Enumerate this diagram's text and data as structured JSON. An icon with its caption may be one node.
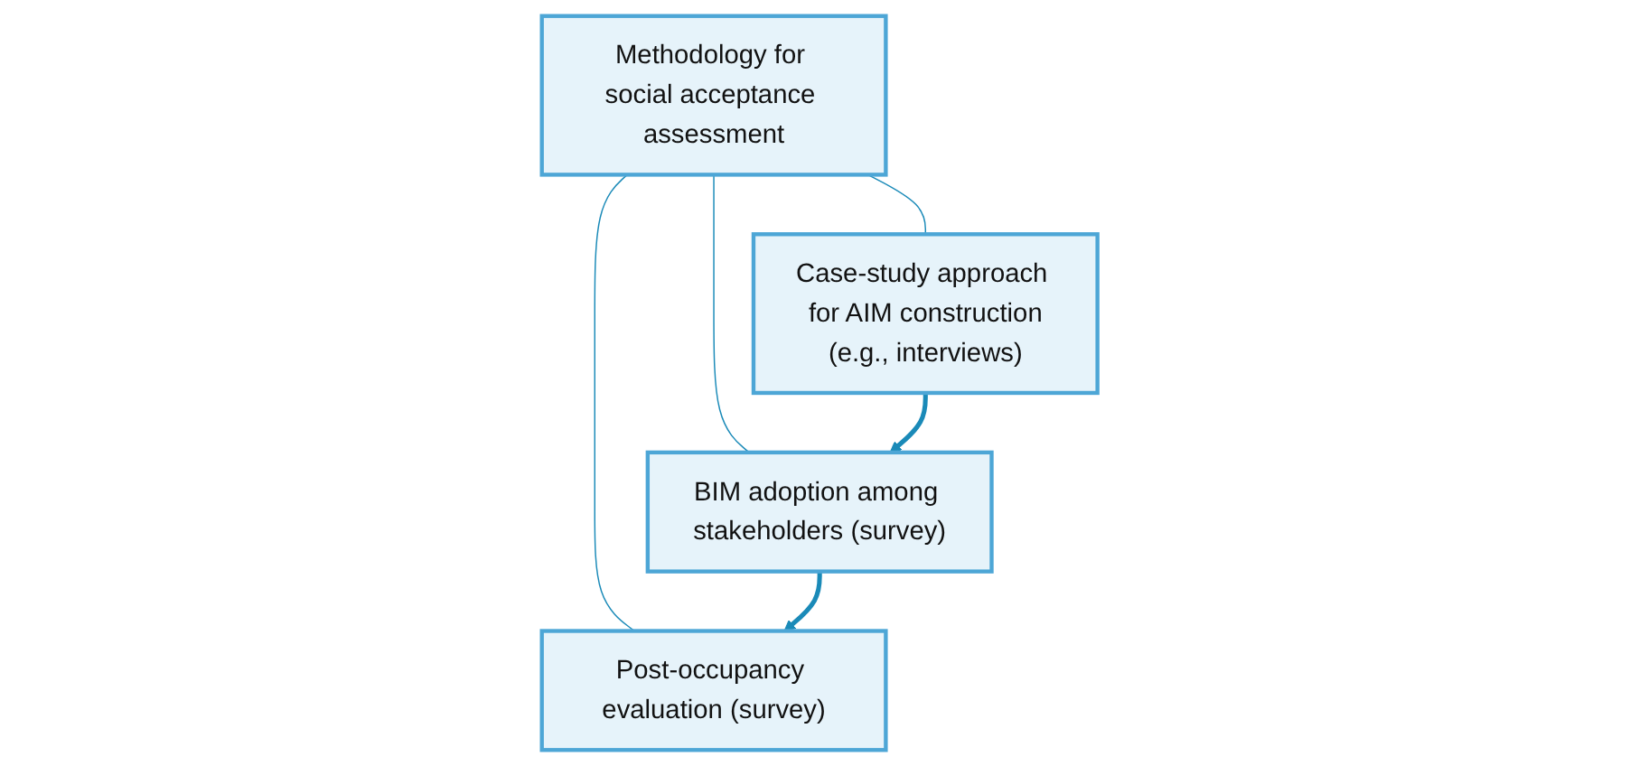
{
  "diagram": {
    "nodes": [
      {
        "text": [
          "Methodology for social acceptance assessment"
        ]
      },
      {
        "text": [
          "Case-study approach for AIM construction",
          "(e.g., interviews)"
        ]
      },
      {
        "text": [
          "BIM adoption among stakeholders (survey)"
        ]
      },
      {
        "text": [
          "Post-occupancy evaluation (survey)"
        ]
      }
    ],
    "edges": [
      {
        "from": 0,
        "to": 1,
        "arrow": "none"
      },
      {
        "from": 0,
        "to": 2,
        "arrow": "none"
      },
      {
        "from": 0,
        "to": 3,
        "arrow": "none"
      },
      {
        "from": 1,
        "to": 2,
        "arrow": "to",
        "style": "thick",
        "color": "#1a8ab8"
      },
      {
        "from": 2,
        "to": 3,
        "arrow": "to",
        "style": "thick",
        "color": "#1a8ab8"
      }
    ]
  }
}
